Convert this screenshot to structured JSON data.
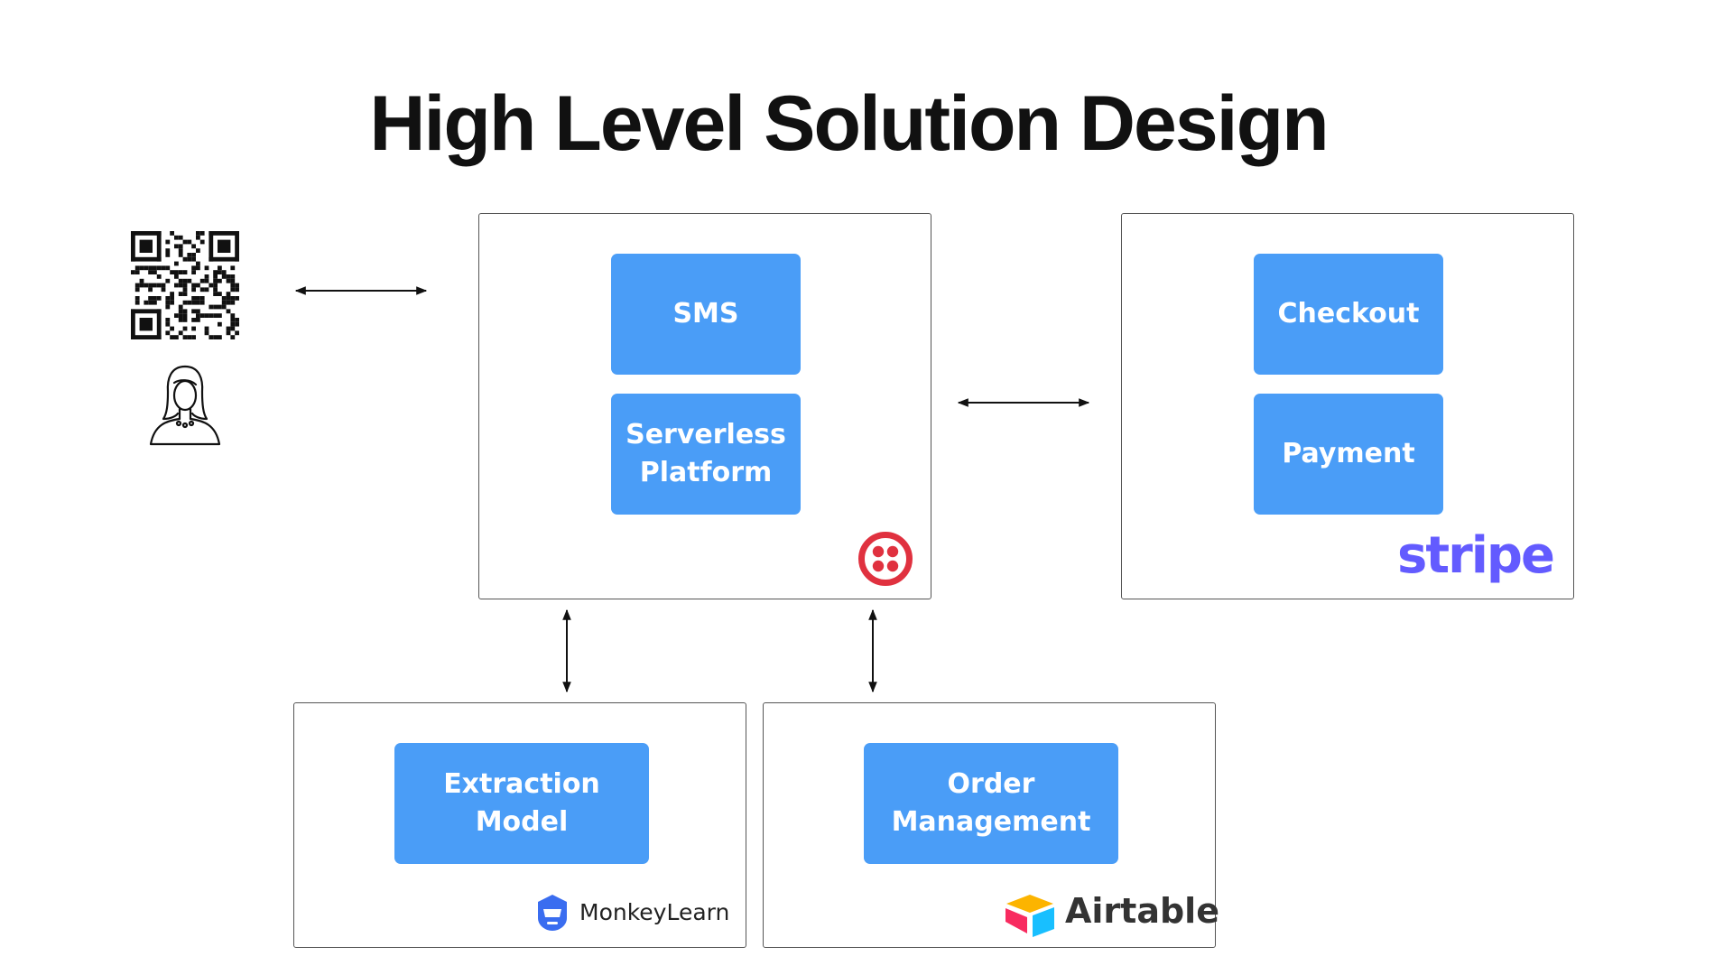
{
  "title": "High Level Solution Design",
  "panels": {
    "twilio": {
      "services": [
        "SMS",
        "Serverless\nPlatform"
      ]
    },
    "stripe": {
      "services": [
        "Checkout",
        "Payment"
      ],
      "logo_text": "stripe"
    },
    "monkeylearn": {
      "services": [
        "Extraction\nModel"
      ],
      "logo_text": "MonkeyLearn"
    },
    "airtable": {
      "services": [
        "Order\nManagement"
      ],
      "logo_text": "Airtable"
    }
  },
  "icons": [
    "qr-code-icon",
    "customer-person-icon",
    "twilio-logo-icon",
    "monkeylearn-logo-icon",
    "airtable-logo-icon"
  ],
  "colors": {
    "service_box": "#4a9df7",
    "twilio": "#e0313f",
    "stripe": "#635bff",
    "monkeylearn": "#3a6df0",
    "airtable_yellow": "#fcb400",
    "airtable_blue": "#18bfff",
    "airtable_red": "#f82b60"
  }
}
